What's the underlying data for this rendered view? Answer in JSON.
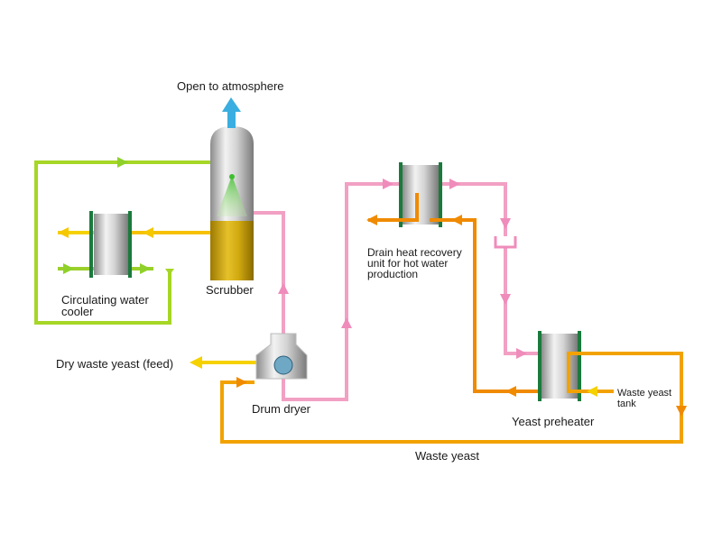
{
  "labels": {
    "atmosphere": "Open to atmosphere",
    "scrubber": "Scrubber",
    "cooler_1": "Circulating water",
    "cooler_2": "cooler",
    "drain_1": "Drain heat recovery",
    "drain_2": "unit for hot water",
    "drain_3": "production",
    "dry_yeast": "Dry waste yeast (feed)",
    "drum_dryer": "Drum dryer",
    "yeast_preheater": "Yeast preheater",
    "yeast_tank_1": "Waste yeast",
    "yeast_tank_2": "tank",
    "waste_yeast": "Waste yeast"
  },
  "colors": {
    "vapor_pink": "#f4a6c8",
    "vapor_pink_line": "#ef8cbb",
    "green_line": "#8fd12a",
    "yellow": "#f5d100",
    "orange": "#f08a00",
    "air_blue": "#3aaee0",
    "hx_plate": "#1a7a3c",
    "scrubber_gold": "#caa10b"
  },
  "icons": [
    "atmosphere-arrow-icon",
    "spray-nozzle-icon",
    "steam-trap-icon"
  ]
}
